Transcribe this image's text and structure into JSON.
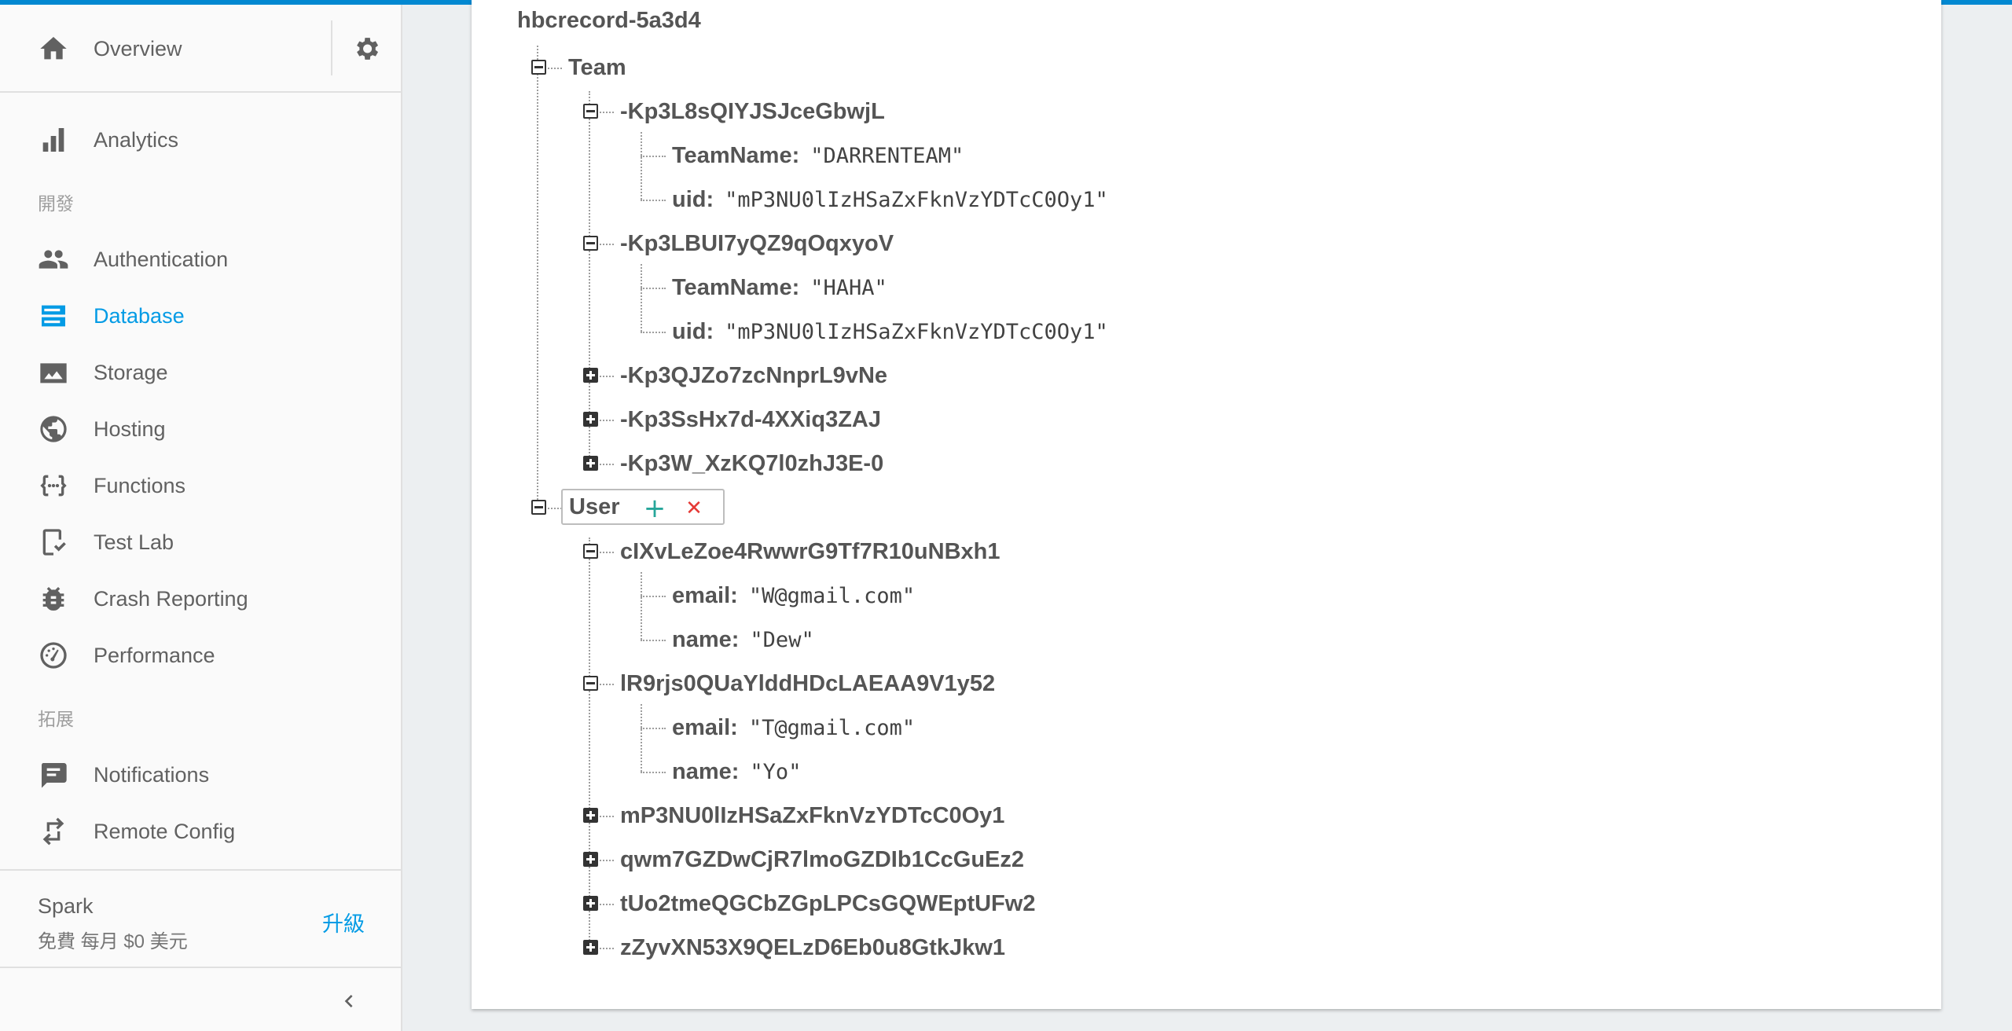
{
  "sidebar": {
    "overview_label": "Overview",
    "analytics_label": "Analytics",
    "section_develop": "開發",
    "develop_items": [
      {
        "label": "Authentication",
        "icon": "people-icon"
      },
      {
        "label": "Database",
        "icon": "database-icon",
        "active": true
      },
      {
        "label": "Storage",
        "icon": "image-icon"
      },
      {
        "label": "Hosting",
        "icon": "globe-icon"
      },
      {
        "label": "Functions",
        "icon": "functions-icon"
      },
      {
        "label": "Test Lab",
        "icon": "test-lab-icon"
      },
      {
        "label": "Crash Reporting",
        "icon": "bug-icon"
      },
      {
        "label": "Performance",
        "icon": "speedometer-icon"
      }
    ],
    "section_grow": "拓展",
    "grow_items": [
      {
        "label": "Notifications",
        "icon": "message-icon"
      },
      {
        "label": "Remote Config",
        "icon": "remote-config-icon"
      }
    ],
    "plan": {
      "name": "Spark",
      "description": "免費 每月 $0 美元",
      "upgrade_label": "升級"
    }
  },
  "tree": {
    "root": "hbcrecord-5a3d4",
    "team": {
      "key": "Team",
      "entries": [
        {
          "key": "-Kp3L8sQIYJSJceGbwjL",
          "fields": [
            {
              "key": "TeamName:",
              "value": "\"DARRENTEAM\""
            },
            {
              "key": "uid:",
              "value": "\"mP3NU0lIzHSaZxFknVzYDTcC0Oy1\""
            }
          ]
        },
        {
          "key": "-Kp3LBUI7yQZ9qOqxyoV",
          "fields": [
            {
              "key": "TeamName:",
              "value": "\"HAHA\""
            },
            {
              "key": "uid:",
              "value": "\"mP3NU0lIzHSaZxFknVzYDTcC0Oy1\""
            }
          ]
        }
      ],
      "collapsed": [
        "-Kp3QJZo7zcNnprL9vNe",
        "-Kp3SsHx7d-4XXiq3ZAJ",
        "-Kp3W_XzKQ7l0zhJ3E-0"
      ]
    },
    "user": {
      "key": "User",
      "add_symbol": "+",
      "delete_symbol": "✕",
      "entries": [
        {
          "key": "cIXvLeZoe4RwwrG9Tf7R10uNBxh1",
          "fields": [
            {
              "key": "email:",
              "value": "\"W@gmail.com\""
            },
            {
              "key": "name:",
              "value": "\"Dew\""
            }
          ]
        },
        {
          "key": "lR9rjs0QUaYlddHDcLAEAA9V1y52",
          "fields": [
            {
              "key": "email:",
              "value": "\"T@gmail.com\""
            },
            {
              "key": "name:",
              "value": "\"Yo\""
            }
          ]
        }
      ],
      "collapsed": [
        "mP3NU0lIzHSaZxFknVzYDTcC0Oy1",
        "qwm7GZDwCjR7lmoGZDIb1CcGuEz2",
        "tUo2tmeQGCbZGpLPCsGQWEptUFw2",
        "zZyvXN53X9QELzD6Eb0u8GtkJkw1"
      ]
    }
  },
  "colors": {
    "accent": "#039be5",
    "add": "#26a69a",
    "delete": "#e53935"
  }
}
